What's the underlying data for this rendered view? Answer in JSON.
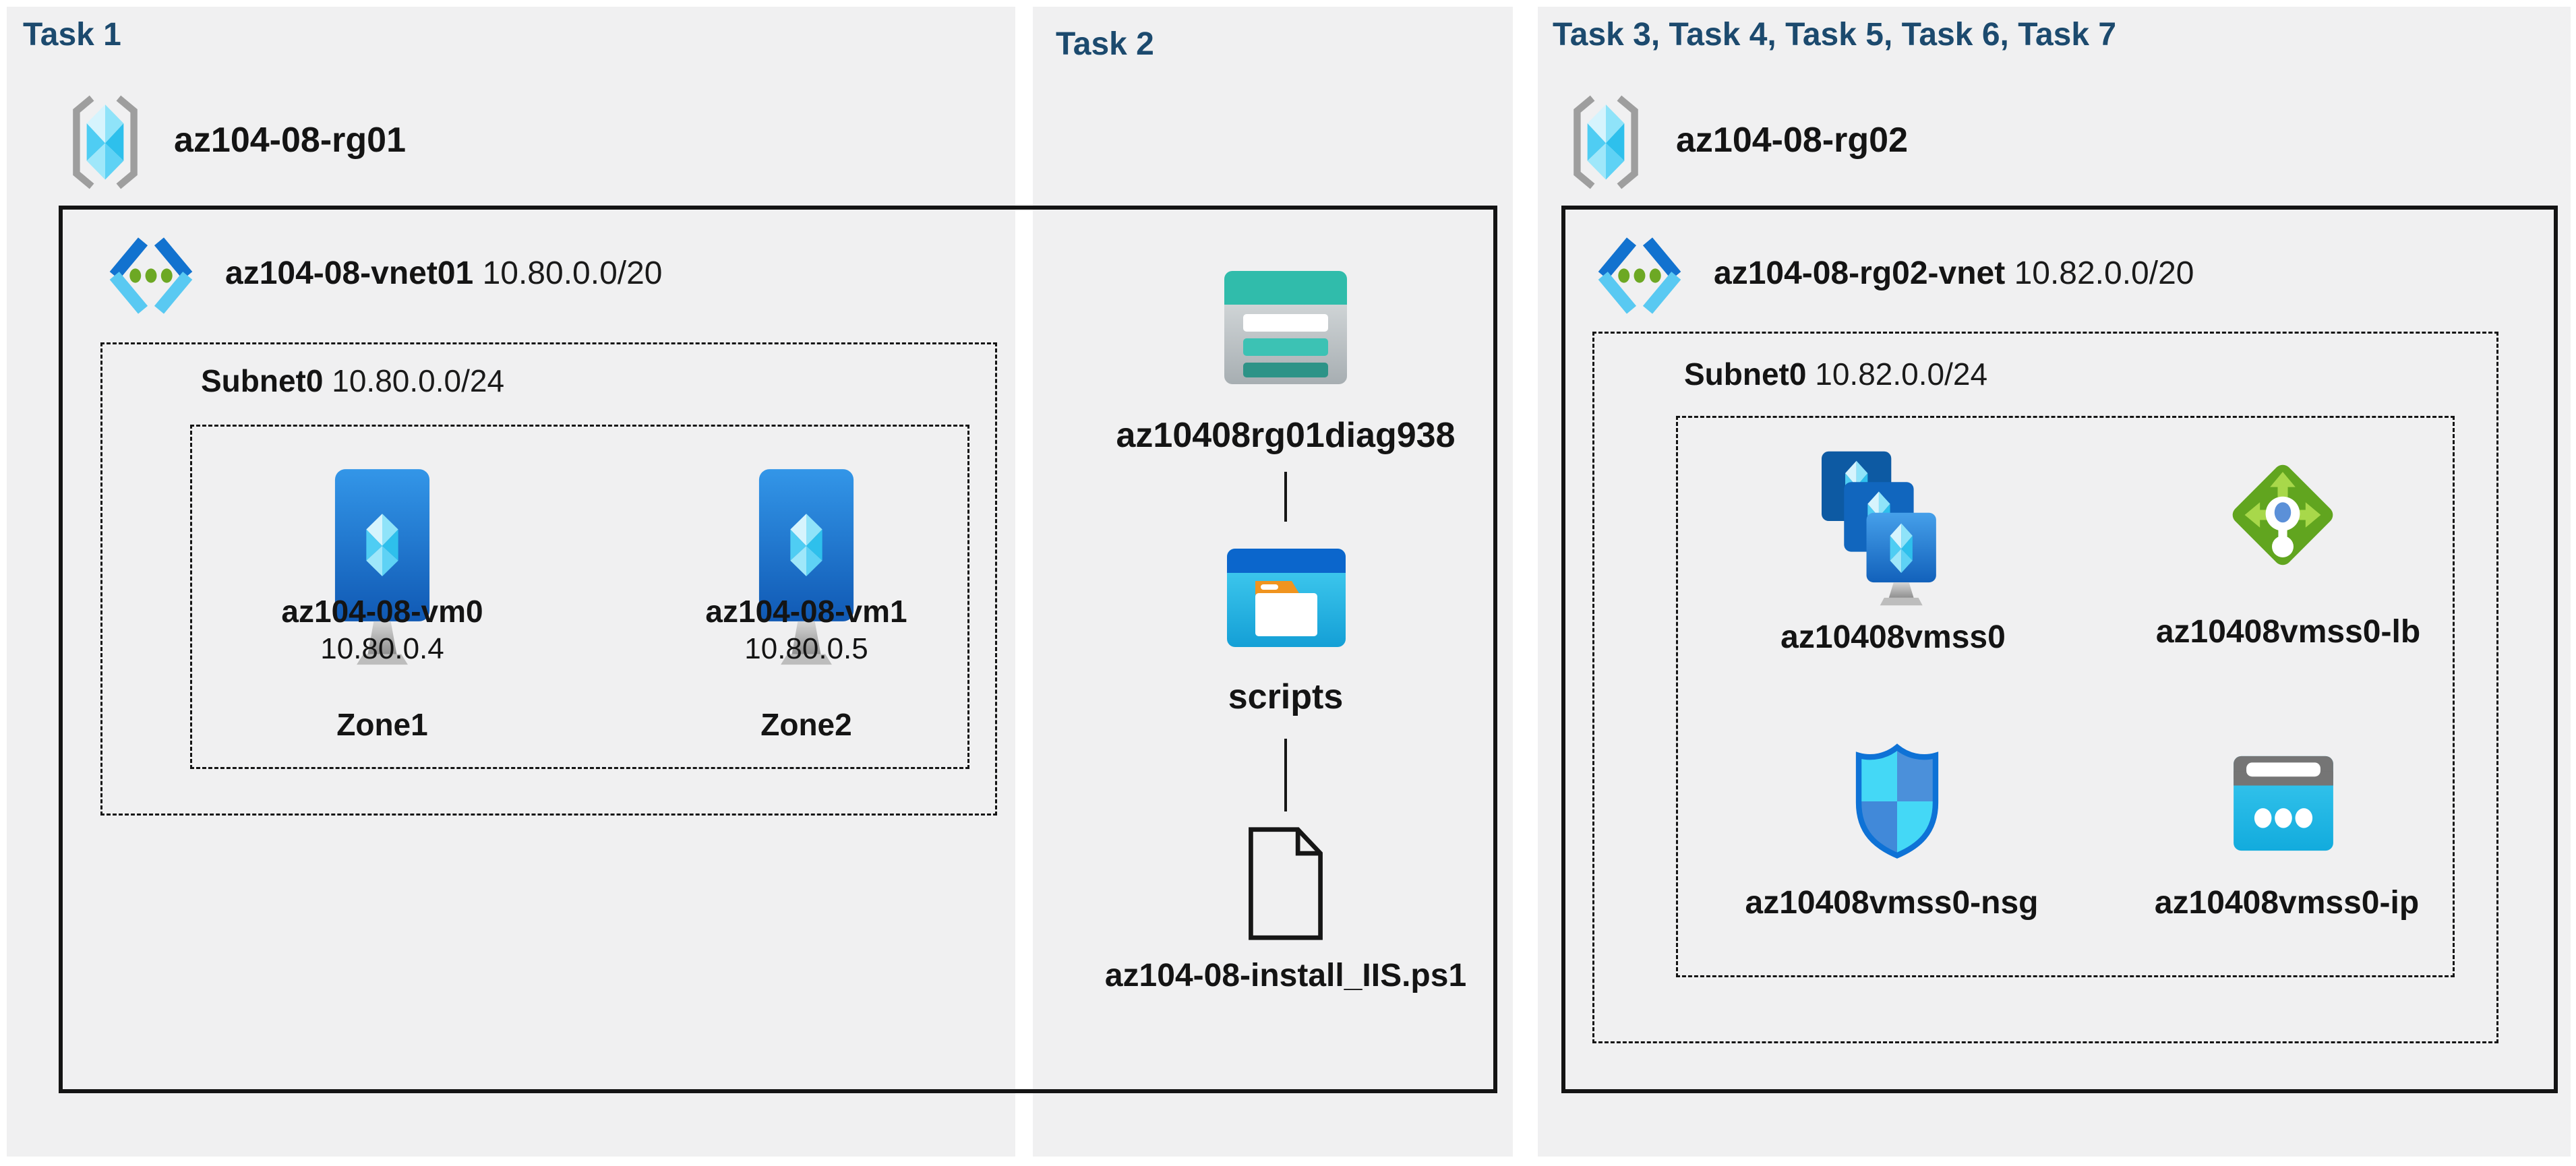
{
  "colors": {
    "title_accent": "#1c4a6e",
    "panel_bg": "#f0f0f1",
    "box_border": "#141414",
    "azure_blue": "#1272cf",
    "azure_cyan": "#59c9f2",
    "vm_monitor_blue": "#1f6fd0",
    "storage_teal": "#30bcab",
    "lb_green": "#61a51f",
    "nsg_blue": "#0e72d6",
    "ip_cyan": "#2bc0ec",
    "green_dot": "#6da824",
    "folder_orange": "#f0941f"
  },
  "icons": {
    "resource_group": "resource-group-icon",
    "virtual_network": "virtual-network-icon",
    "virtual_machine": "vm-icon",
    "storage_account": "storage-account-icon",
    "blob_container": "blob-container-icon",
    "script_file": "file-icon",
    "vm_scale_set": "vmss-icon",
    "load_balancer": "load-balancer-icon",
    "network_security_group": "nsg-shield-icon",
    "public_ip": "public-ip-icon"
  },
  "task1": {
    "title": "Task 1",
    "rg_name": "az104-08-rg01",
    "vnet": {
      "name": "az104-08-vnet01",
      "cidr": "10.80.0.0/20"
    },
    "subnet": {
      "name": "Subnet0",
      "cidr": "10.80.0.0/24"
    },
    "vms": [
      {
        "name": "az104-08-vm0",
        "ip": "10.80.0.4",
        "zone": "Zone1"
      },
      {
        "name": "az104-08-vm1",
        "ip": "10.80.0.5",
        "zone": "Zone2"
      }
    ]
  },
  "task2": {
    "title": "Task 2",
    "storage_account": "az10408rg01diag938",
    "container": "scripts",
    "file": "az104-08-install_IIS.ps1"
  },
  "task3": {
    "title": "Task 3, Task 4, Task 5, Task 6, Task 7",
    "rg_name": "az104-08-rg02",
    "vnet": {
      "name": "az104-08-rg02-vnet",
      "cidr": "10.82.0.0/20"
    },
    "subnet": {
      "name": "Subnet0",
      "cidr": "10.82.0.0/24"
    },
    "vmss_name": "az10408vmss0",
    "lb_name": "az10408vmss0-lb",
    "nsg_name": "az10408vmss0-nsg",
    "ip_name": "az10408vmss0-ip"
  }
}
